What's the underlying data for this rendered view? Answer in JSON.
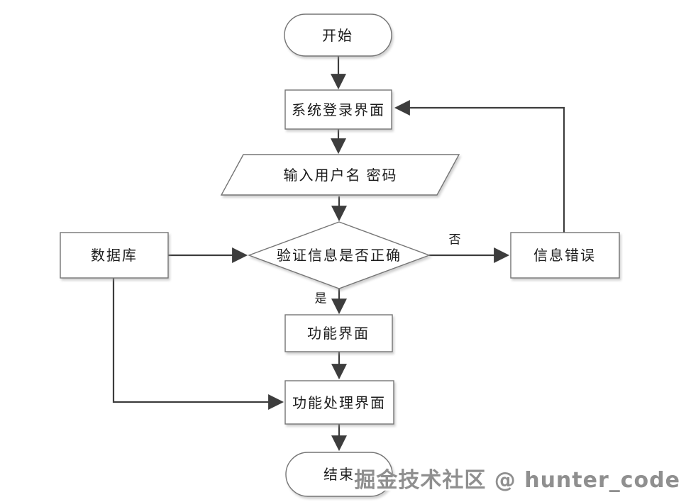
{
  "diagram": {
    "title": "login-flowchart",
    "nodes": {
      "start": {
        "label": "开始",
        "shape": "terminator"
      },
      "login": {
        "label": "系统登录界面",
        "shape": "process"
      },
      "input": {
        "label": "输入用户名 密码",
        "shape": "io-parallelogram"
      },
      "verify": {
        "label": "验证信息是否正确",
        "shape": "decision"
      },
      "database": {
        "label": "数据库",
        "shape": "process"
      },
      "error": {
        "label": "信息错误",
        "shape": "process"
      },
      "function": {
        "label": "功能界面",
        "shape": "process"
      },
      "function_process": {
        "label": "功能处理界面",
        "shape": "process"
      },
      "end": {
        "label": "结束",
        "shape": "terminator"
      }
    },
    "edge_labels": {
      "yes": "是",
      "no": "否"
    },
    "edges": [
      {
        "from": "start",
        "to": "login",
        "label": ""
      },
      {
        "from": "login",
        "to": "input",
        "label": ""
      },
      {
        "from": "input",
        "to": "verify",
        "label": ""
      },
      {
        "from": "verify",
        "to": "function",
        "label": "是"
      },
      {
        "from": "verify",
        "to": "error",
        "label": "否"
      },
      {
        "from": "error",
        "to": "login",
        "label": ""
      },
      {
        "from": "database",
        "to": "verify",
        "label": ""
      },
      {
        "from": "database",
        "to": "function_process",
        "label": ""
      },
      {
        "from": "function",
        "to": "function_process",
        "label": ""
      },
      {
        "from": "function_process",
        "to": "end",
        "label": ""
      }
    ]
  },
  "watermark": {
    "text": "掘金技术社区 @ hunter_code"
  },
  "colors": {
    "background": "#ffffff",
    "line": "#3d3d3d",
    "shape_border": "#757575",
    "text": "#1c1c1c",
    "watermark": "#8f8f8f"
  }
}
